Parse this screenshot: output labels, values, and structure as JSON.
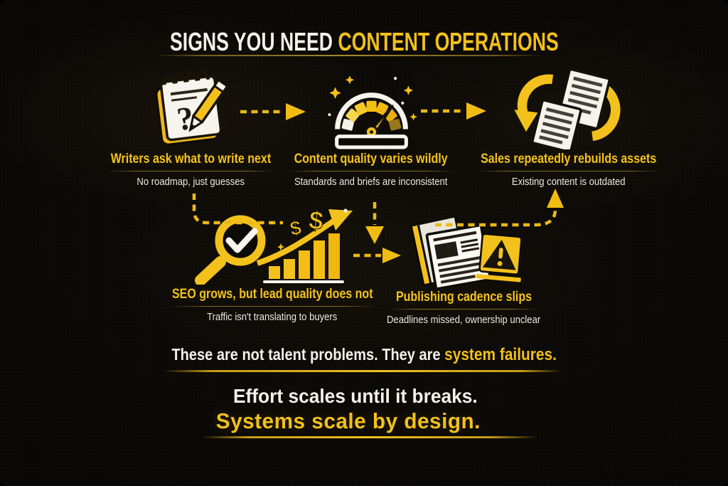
{
  "colors": {
    "background": "#0a0806",
    "accent_yellow": "#f2c01a",
    "text_white": "#f4f1e9"
  },
  "title": {
    "white_part": "SIGNS YOU NEED ",
    "yellow_part": "CONTENT OPERATIONS"
  },
  "signs": [
    {
      "icon": "notepad-question-icon",
      "heading": "Writers ask what to write next",
      "subtext": "No roadmap, just guesses"
    },
    {
      "icon": "quality-gauge-icon",
      "heading": "Content quality varies wildly",
      "subtext": "Standards and briefs are inconsistent"
    },
    {
      "icon": "rebuild-cycle-documents-icon",
      "heading": "Sales repeatedly rebuilds assets",
      "subtext": "Existing content is outdated"
    },
    {
      "icon": "seo-magnifier-growth-chart-icon",
      "heading": "SEO grows, but lead quality does not",
      "subtext": "Traffic isn't translating to buyers"
    },
    {
      "icon": "publishing-documents-warning-icon",
      "heading": "Publishing cadence slips",
      "subtext": "Deadlines missed, ownership unclear"
    }
  ],
  "conclusion": {
    "white_part": "These are not talent problems. They are ",
    "yellow_part": "system failures."
  },
  "closing": {
    "line1": "Effort scales until it breaks.",
    "line2": "Systems scale by design."
  }
}
